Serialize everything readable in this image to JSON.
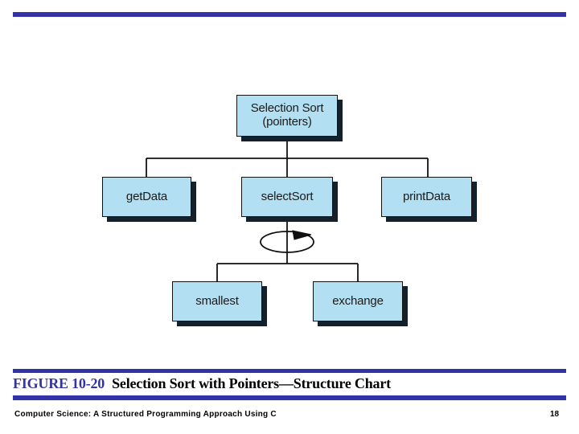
{
  "page": {
    "accent_color": "#3333a8",
    "background_color": "#ffffff",
    "box_fill_color": "#b3dff2",
    "box_border_color": "#111111",
    "box_shadow_color": "#12212b"
  },
  "caption": {
    "figure_number": "FIGURE 10-20",
    "figure_title": "Selection Sort with Pointers—Structure Chart"
  },
  "footer": {
    "book_title": "Computer Science: A Structured Programming Approach Using C",
    "page_number": "18"
  },
  "chart_data": {
    "type": "diagram",
    "diagram_kind": "structure-chart",
    "title": "Selection Sort with Pointers—Structure Chart",
    "nodes": [
      {
        "id": "selection-sort",
        "label": "Selection Sort\n(pointers)",
        "line1": "Selection Sort",
        "line2": "(pointers)",
        "level": 0
      },
      {
        "id": "get-data",
        "label": "getData",
        "level": 1
      },
      {
        "id": "select-sort",
        "label": "selectSort",
        "level": 1
      },
      {
        "id": "print-data",
        "label": "printData",
        "level": 1
      },
      {
        "id": "smallest",
        "label": "smallest",
        "level": 2
      },
      {
        "id": "exchange",
        "label": "exchange",
        "level": 2
      }
    ],
    "edges": [
      {
        "from": "selection-sort",
        "to": "get-data"
      },
      {
        "from": "selection-sort",
        "to": "select-sort"
      },
      {
        "from": "selection-sort",
        "to": "print-data"
      },
      {
        "from": "select-sort",
        "to": "smallest",
        "annotation": "loop"
      },
      {
        "from": "select-sort",
        "to": "exchange",
        "annotation": "loop"
      }
    ],
    "annotations": [
      {
        "id": "loop-symbol",
        "type": "loop-ellipse-with-arrow",
        "on_edge_from": "select-sort"
      }
    ]
  }
}
